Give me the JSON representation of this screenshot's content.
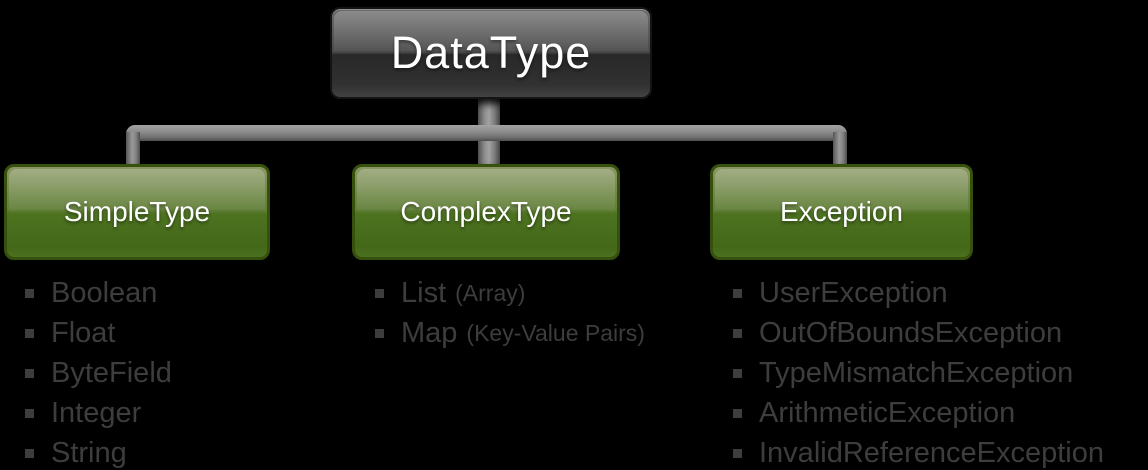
{
  "root": {
    "label": "DataType"
  },
  "columns": [
    {
      "label": "SimpleType",
      "items": [
        {
          "text": "Boolean"
        },
        {
          "text": "Float"
        },
        {
          "text": "ByteField"
        },
        {
          "text": "Integer"
        },
        {
          "text": "String"
        }
      ]
    },
    {
      "label": "ComplexType",
      "items": [
        {
          "text": "List",
          "note": "(Array)"
        },
        {
          "text": "Map",
          "note": "(Key-Value Pairs)"
        }
      ]
    },
    {
      "label": "Exception",
      "items": [
        {
          "text": "UserException"
        },
        {
          "text": "OutOfBoundsException"
        },
        {
          "text": "TypeMismatchException"
        },
        {
          "text": "ArithmeticException"
        },
        {
          "text": "InvalidReferenceException"
        }
      ]
    }
  ],
  "colors": {
    "background": "#000000",
    "root_box": "#3a3a3a",
    "category_box_green": "#4d7321",
    "category_border": "#35510d",
    "connector_gray": "#8b8b8b",
    "list_text": "#3d3d3d",
    "box_text": "#ffffff"
  }
}
